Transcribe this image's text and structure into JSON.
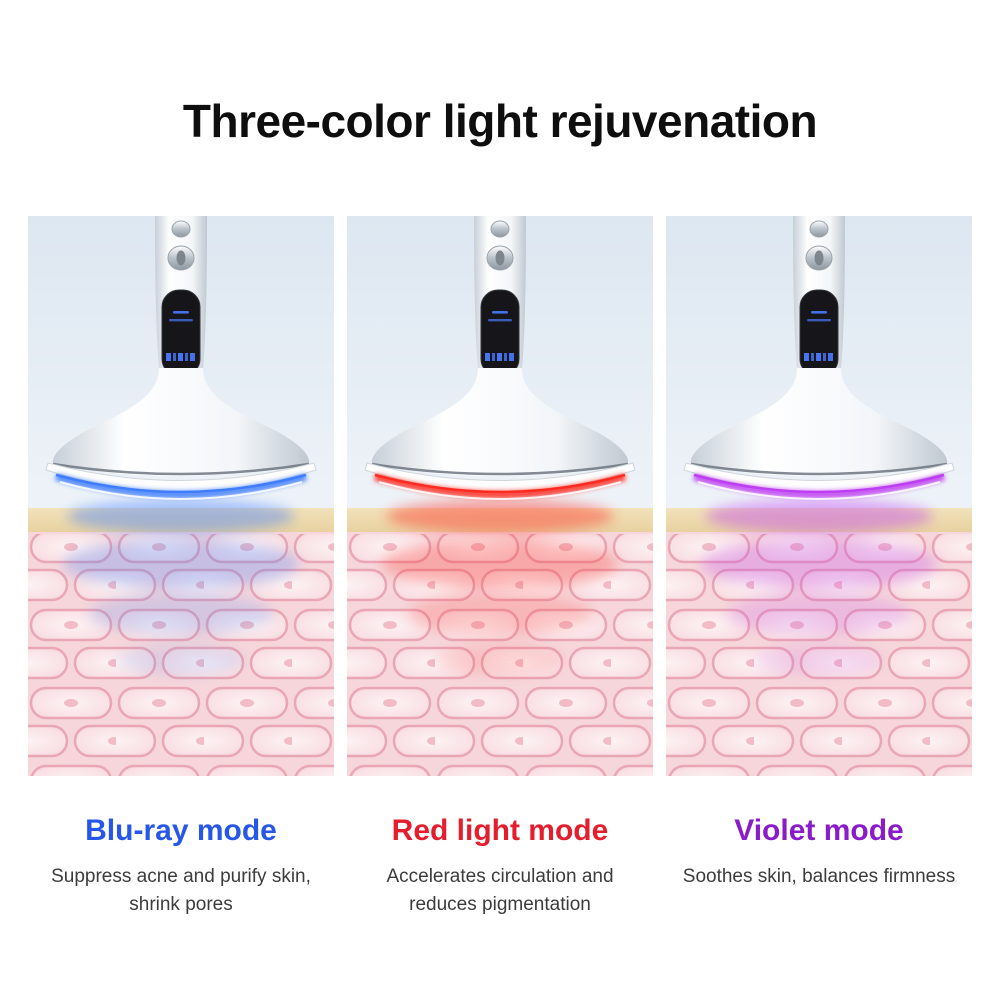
{
  "title": "Three-color light rejuvenation",
  "panels": [
    {
      "mode_label": "Blu-ray mode",
      "description": "Suppress acne and purify skin, shrink pores",
      "mode_color": "#2757e8",
      "glow_color": "#3f7dff",
      "figure": "blue-light-device-on-skin"
    },
    {
      "mode_label": "Red light mode",
      "description": "Accelerates circulation and reduces pigmentation",
      "mode_color": "#e51e2e",
      "glow_color": "#ff2b20",
      "figure": "red-light-device-on-skin"
    },
    {
      "mode_label": "Violet mode",
      "description": "Soothes skin, balances firmness",
      "mode_color": "#8a1bc9",
      "glow_color": "#bf3df2",
      "figure": "violet-light-device-on-skin"
    }
  ]
}
